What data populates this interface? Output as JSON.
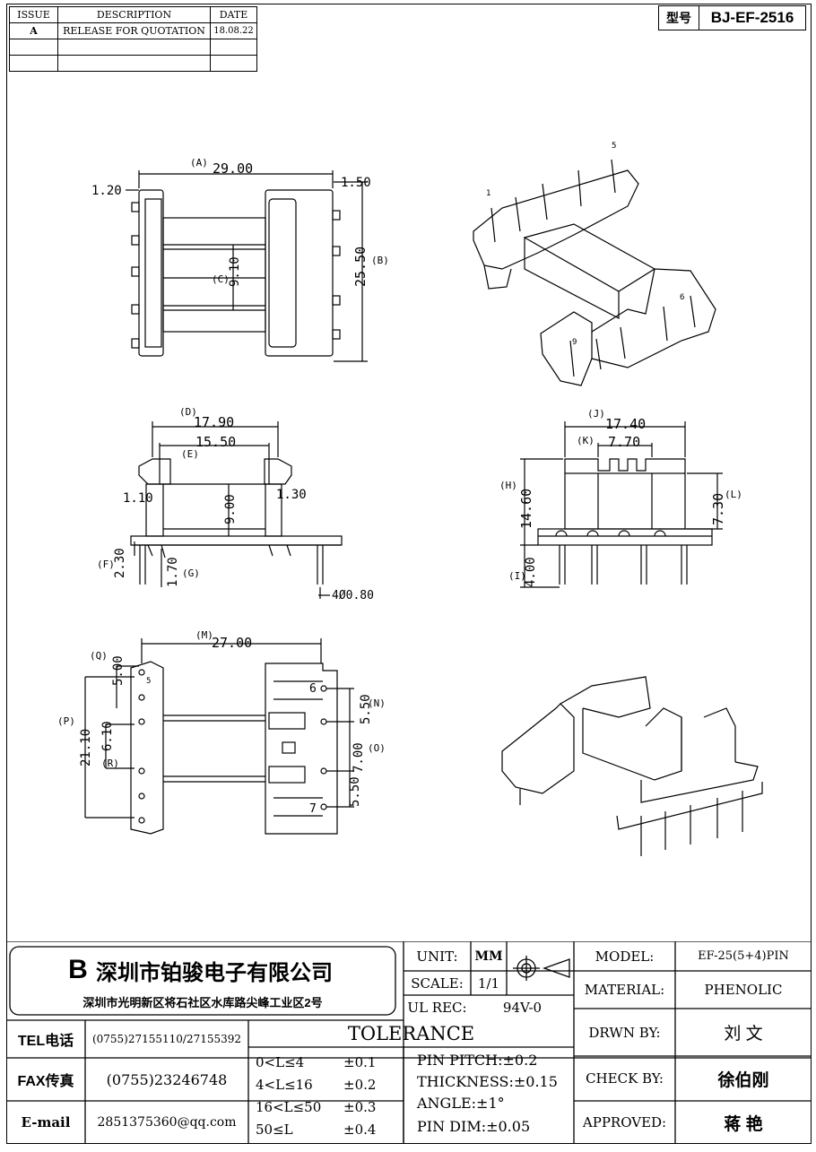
{
  "revision": {
    "headers": [
      "ISSUE",
      "DESCRIPTION",
      "DATE"
    ],
    "rows": [
      {
        "issue": "A",
        "description": "RELEASE FOR QUOTATION",
        "date": "18.08.22"
      }
    ]
  },
  "model_box": {
    "label": "型号",
    "value": "BJ-EF-2516"
  },
  "dimensions": {
    "A": "29.00",
    "A_tag": "(A)",
    "B": "25.50",
    "B_tag": "(B)",
    "C": "9.10",
    "C_tag": "(C)",
    "top_left": "1.20",
    "top_right": "1.50",
    "D": "17.90",
    "D_tag": "(D)",
    "E": "15.50",
    "E_tag": "(E)",
    "side_left": "1.10",
    "side_center": "9.00",
    "side_right": "1.30",
    "F": "2.30",
    "F_tag": "(F)",
    "G": "1.70",
    "G_tag": "(G)",
    "pin_dia": "4Ø0.80",
    "J": "17.40",
    "J_tag": "(J)",
    "K": "7.70",
    "K_tag": "(K)",
    "H": "14.60",
    "H_tag": "(H)",
    "L": "7.30",
    "L_tag": "(L)",
    "I": "4.00",
    "I_tag": "(I)",
    "M": "27.00",
    "M_tag": "(M)",
    "Q": "5.00",
    "Q_tag": "(Q)",
    "P": "21.10",
    "P_tag": "(P)",
    "R": "6.10",
    "R_tag": "(R)",
    "N": "5.50",
    "N_tag": "(N)",
    "O": "7.00",
    "O_tag": "(O)",
    "bottom_right_low": "5.50"
  },
  "pin_labels": {
    "p1": "1",
    "p5": "5",
    "p6": "6",
    "p9": "9",
    "b5": "5",
    "b6": "6",
    "b7": "7"
  },
  "title_block": {
    "company": "深圳市铂骏电子有限公司",
    "address": "深圳市光明新区将石社区水库路尖峰工业区2号",
    "tel_label": "TEL电话",
    "tel": "(0755)27155110/27155392",
    "fax_label": "FAX传真",
    "fax": "(0755)23246748",
    "email_label": "E-mail",
    "email": "2851375360@qq.com",
    "unit_label": "UNIT:",
    "unit": "MM",
    "scale_label": "SCALE:",
    "scale": "1/1",
    "ul_label": "UL REC:",
    "ul": "94V-0",
    "tolerance_title": "TOLERANCE",
    "tolerances": [
      {
        "range": "0<L≤4",
        "tol": "±0.1"
      },
      {
        "range": "4<L≤16",
        "tol": "±0.2"
      },
      {
        "range": "16<L≤50",
        "tol": "±0.3"
      },
      {
        "range": "50≤L",
        "tol": "±0.4"
      }
    ],
    "pin_pitch": "PIN PITCH:±0.2",
    "thickness": "THICKNESS:±0.15",
    "angle": "ANGLE:±1°",
    "pin_dim": "PIN DIM:±0.05",
    "model_label": "MODEL:",
    "model": "EF-25(5+4)PIN",
    "material_label": "MATERIAL:",
    "material": "PHENOLIC",
    "drawn_label": "DRWN BY:",
    "drawn": "刘 文",
    "check_label": "CHECK BY:",
    "check": "徐伯刚",
    "approved_label": "APPROVED:",
    "approved": "蒋 艳"
  }
}
